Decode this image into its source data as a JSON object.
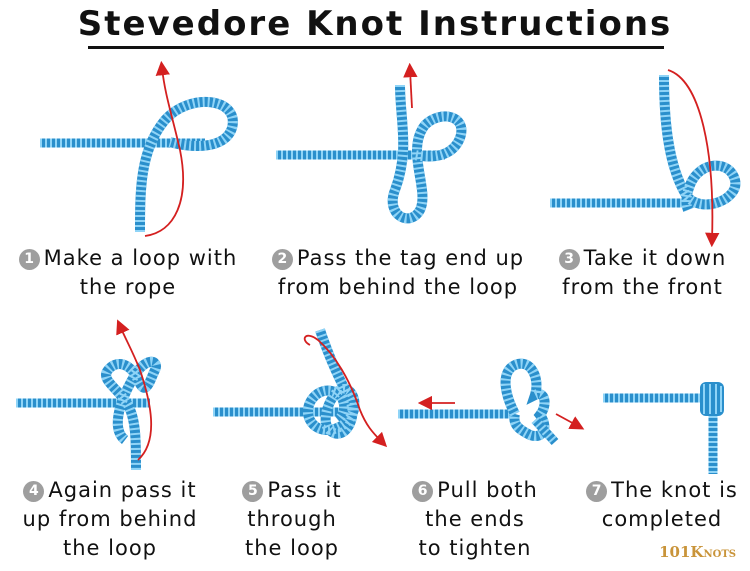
{
  "title": "Stevedore Knot Instructions",
  "brand": {
    "main": "101K",
    "rest": "NOTS"
  },
  "colors": {
    "rope": "#3aa4e0",
    "rope_light": "#8fd4f7",
    "arrow": "#d42020",
    "badge": "#9e9e9e"
  },
  "steps": [
    {
      "num": "1",
      "line1": "Make a loop with",
      "line2": "the rope",
      "line3": ""
    },
    {
      "num": "2",
      "line1": "Pass the tag end up",
      "line2": "from behind the loop",
      "line3": ""
    },
    {
      "num": "3",
      "line1": "Take it down",
      "line2": "from the front",
      "line3": ""
    },
    {
      "num": "4",
      "line1": "Again pass it",
      "line2": "up from behind",
      "line3": "the loop"
    },
    {
      "num": "5",
      "line1": "Pass it",
      "line2": "through",
      "line3": "the loop"
    },
    {
      "num": "6",
      "line1": "Pull both",
      "line2": "the ends",
      "line3": "to tighten"
    },
    {
      "num": "7",
      "line1": "The knot is",
      "line2": "completed",
      "line3": ""
    }
  ]
}
